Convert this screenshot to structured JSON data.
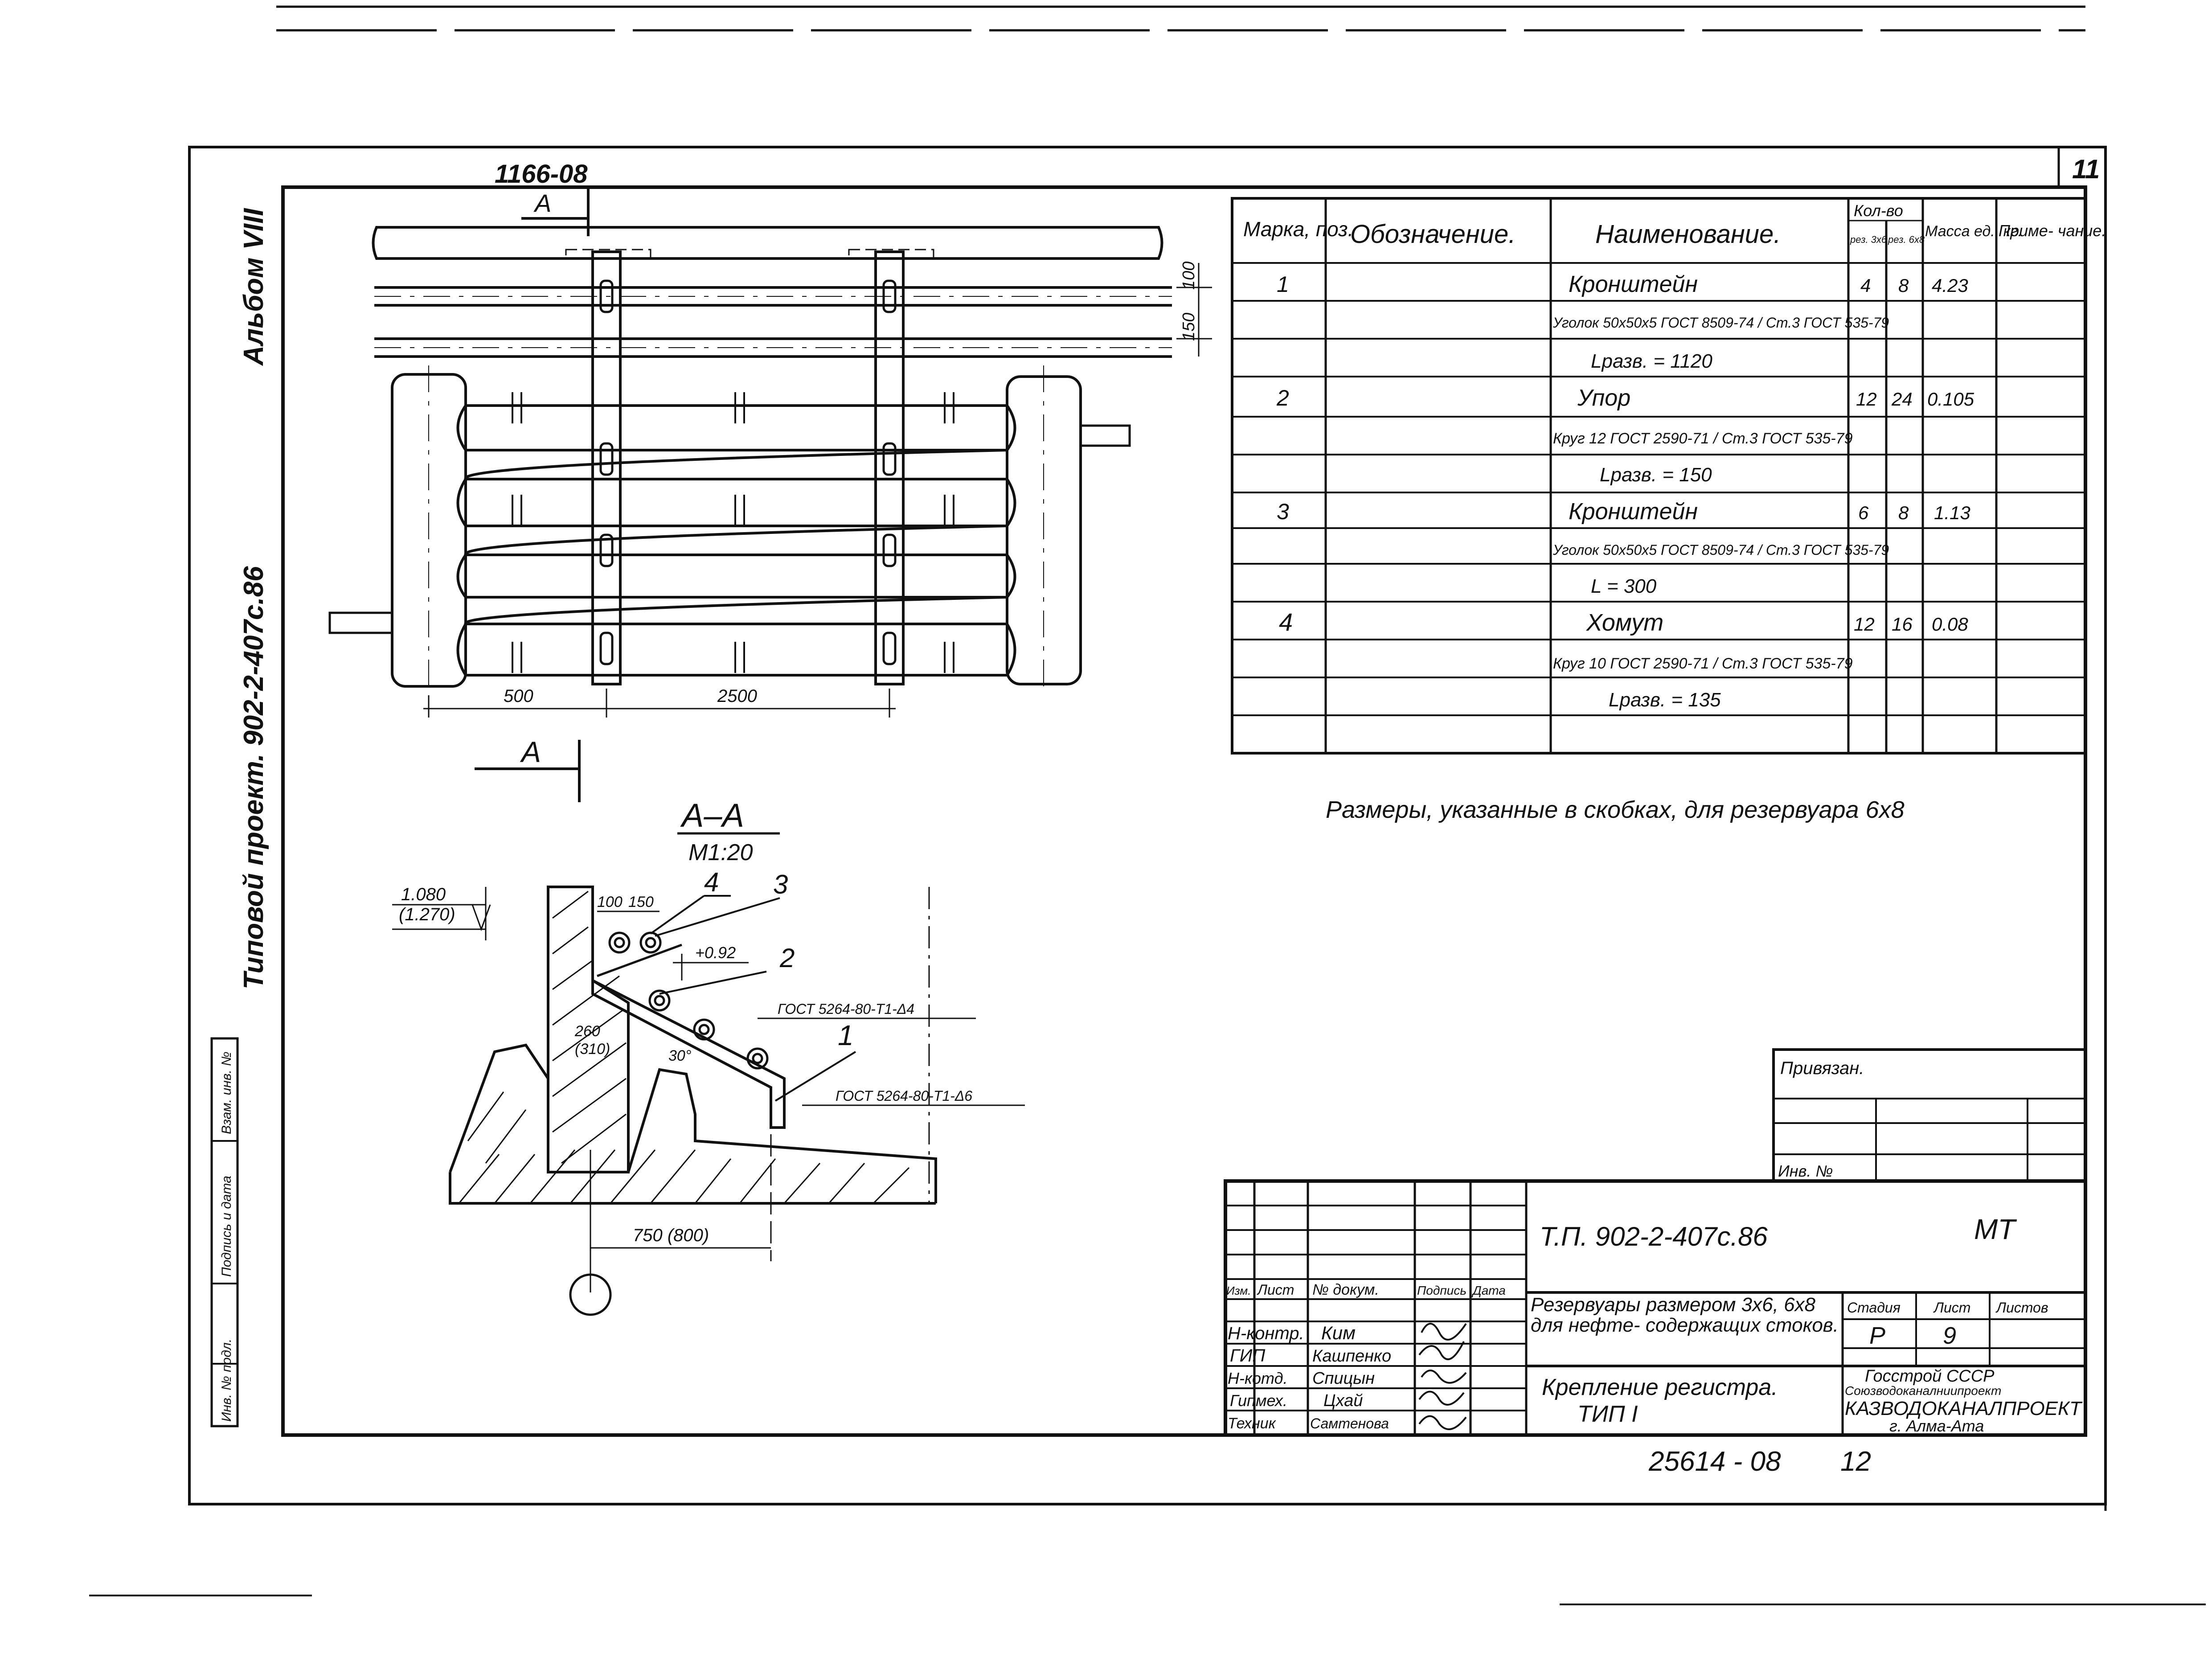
{
  "sheet": {
    "page_number": "11",
    "top_code": "1166-08",
    "album_label": "Альбом VIII",
    "project_label": "Типовой проект. 902-2-407с.86",
    "bottom_code": "25614 - 08",
    "bottom_page": "12"
  },
  "plan_view": {
    "section_mark": "A",
    "dim_500": "500",
    "dim_2500": "2500",
    "dim_150": "150",
    "dim_100": "100"
  },
  "section_view": {
    "title": "A–A",
    "scale": "M1:20",
    "level_top": "1.080",
    "level_bottom": "(1.270)",
    "dim_100": "100",
    "dim_150": "150",
    "elevation": "+0.92",
    "dim_260": "260",
    "dim_310": "(310)",
    "angle": "30°",
    "dim_750": "750 (800)",
    "weld_note_1": "ГОСТ 5264-80-Т1-Δ4",
    "weld_note_2": "ГОСТ 5264-80-Т1-Δ6",
    "positions": [
      "4",
      "3",
      "2",
      "1"
    ]
  },
  "spec_table": {
    "headers": {
      "mark": "Марка, поз.",
      "designation": "Обозначение.",
      "name": "Наименование.",
      "qty": "Кол-во",
      "qty_sub_a": "рез. 3x6",
      "qty_sub_b": "рез. 6x8",
      "mass": "Масса ед., кг.",
      "note": "Приме- чание."
    },
    "rows": [
      {
        "pos": "1",
        "name": "Кронштейн",
        "qa": "4",
        "qb": "8",
        "mass": "4.23"
      },
      {
        "pos": "",
        "name": "Уголок 50x50x5 ГОСТ 8509-74 / Ст.3 ГОСТ 535-79",
        "qa": "",
        "qb": "",
        "mass": ""
      },
      {
        "pos": "",
        "name": "Lразв. = 1120",
        "qa": "",
        "qb": "",
        "mass": ""
      },
      {
        "pos": "2",
        "name": "Упор",
        "qa": "12",
        "qb": "24",
        "mass": "0.105"
      },
      {
        "pos": "",
        "name": "Круг 12 ГОСТ 2590-71 / Ст.3 ГОСТ 535-79",
        "qa": "",
        "qb": "",
        "mass": ""
      },
      {
        "pos": "",
        "name": "Lразв. = 150",
        "qa": "",
        "qb": "",
        "mass": ""
      },
      {
        "pos": "3",
        "name": "Кронштейн",
        "qa": "6",
        "qb": "8",
        "mass": "1.13"
      },
      {
        "pos": "",
        "name": "Уголок 50x50x5 ГОСТ 8509-74 / Ст.3 ГОСТ 535-79",
        "qa": "",
        "qb": "",
        "mass": ""
      },
      {
        "pos": "",
        "name": "L = 300",
        "qa": "",
        "qb": "",
        "mass": ""
      },
      {
        "pos": "4",
        "name": "Хомут",
        "qa": "12",
        "qb": "16",
        "mass": "0.08"
      },
      {
        "pos": "",
        "name": "Круг 10 ГОСТ 2590-71 / Ст.3 ГОСТ 535-79",
        "qa": "",
        "qb": "",
        "mass": ""
      },
      {
        "pos": "",
        "name": "Lразв. = 135",
        "qa": "",
        "qb": "",
        "mass": ""
      }
    ]
  },
  "table_note": "Размеры, указанные в скобках, для резервуара 6x8",
  "binding_box": {
    "label": "Привязан.",
    "inv_label": "Инв. №"
  },
  "left_stamp": {
    "cells": [
      "Инв. № подл.",
      "Подпись и дата",
      "Взам. инв. №"
    ]
  },
  "title_block": {
    "doc_code": "Т.П. 902-2-407с.86",
    "sheet_code": "МТ",
    "header_row": [
      "Изм.",
      "Лист",
      "№ докум.",
      "Подпись",
      "Дата"
    ],
    "signers": [
      {
        "role": "Н-контр.",
        "name": "Ким"
      },
      {
        "role": "ГИП",
        "name": "Кашпенко"
      },
      {
        "role": "Н-котд.",
        "name": "Спицын"
      },
      {
        "role": "Гипмех.",
        "name": "Цхай"
      },
      {
        "role": "Техник",
        "name": "Самтенова"
      }
    ],
    "title_main": "Резервуары размером 3x6, 6x8 для нефте- содержащих стоков.",
    "title_sub_1": "Крепление регистра.",
    "title_sub_2": "ТИП I",
    "stage_label": "Стадия",
    "stage_value": "Р",
    "sheet_label": "Лист",
    "sheet_value": "9",
    "sheets_label": "Листов",
    "org_1": "Госстрой СССР",
    "org_2": "Союзводоканалниипроект",
    "org_3": "КАЗВОДОКАНАЛПРОЕКТ",
    "org_4": "г. Алма-Ата"
  }
}
